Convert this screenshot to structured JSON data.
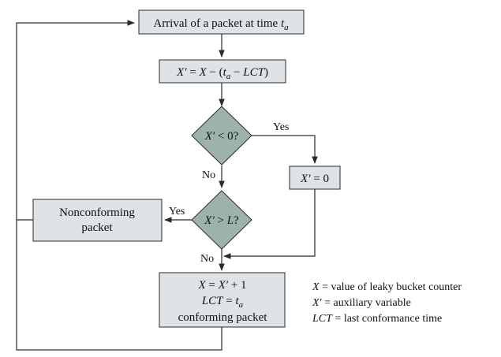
{
  "nodes": {
    "arrival": {
      "text": "Arrival of a packet at time ",
      "var": "t",
      "sub": "a"
    },
    "update": {
      "lhs": "X′",
      "eq": " = ",
      "x": "X",
      "minus": " − (",
      "t": "t",
      "sub": "a",
      "minus2": " − ",
      "lct": "LCT",
      "close": ")"
    },
    "check_negative": {
      "var": "X′",
      "rest": " < 0?"
    },
    "set_zero": {
      "var": "X′",
      "rest": " = 0"
    },
    "check_limit": {
      "var": "X′",
      "mid": " > ",
      "l": "L",
      "q": "?"
    },
    "nonconforming": {
      "line1": "Nonconforming",
      "line2": "packet"
    },
    "conforming": {
      "l1_x": "X",
      "l1_eq": " = ",
      "l1_xp": "X′",
      "l1_plus": " + 1",
      "l2_lct": "LCT",
      "l2_eq": " = ",
      "l2_t": "t",
      "l2_sub": "a",
      "l3": "conforming packet"
    }
  },
  "edges": {
    "yes_negative": "Yes",
    "no_negative": "No",
    "yes_limit": "Yes",
    "no_limit": "No"
  },
  "legend": [
    {
      "sym": "X",
      "text": " = value of leaky bucket counter"
    },
    {
      "sym": "X′",
      "text": " = auxiliary variable"
    },
    {
      "sym": "LCT",
      "text": " = last conformance time"
    }
  ]
}
